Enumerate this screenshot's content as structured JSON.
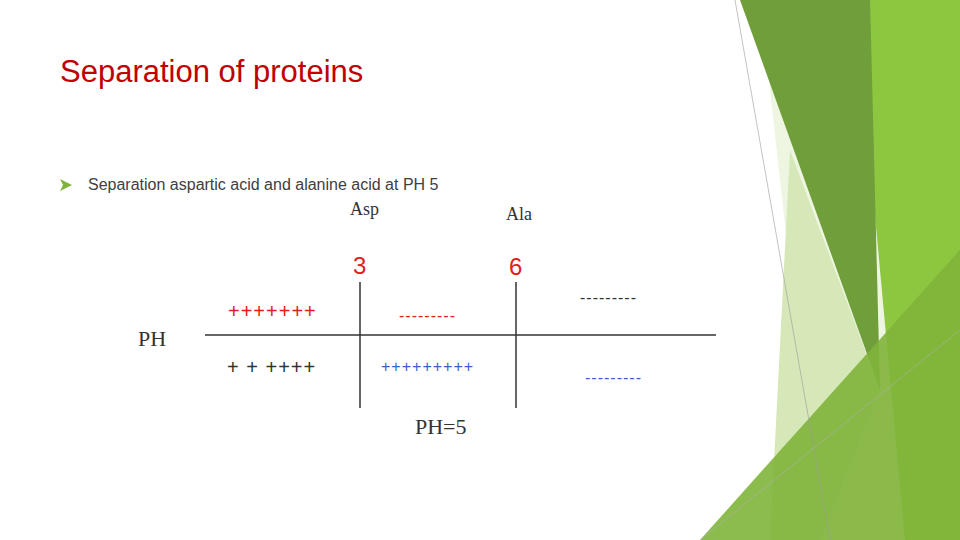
{
  "diagram": {
    "title": "Separation of proteins",
    "labels": [
      "Separation aspartic acid and alanine acid at PH 5",
      "Asp",
      "Ala",
      "3",
      "6",
      "+++++++",
      "---------",
      "---------",
      "PH",
      "+ + ++++",
      "+++++++++",
      "---------",
      "PH=5"
    ]
  }
}
